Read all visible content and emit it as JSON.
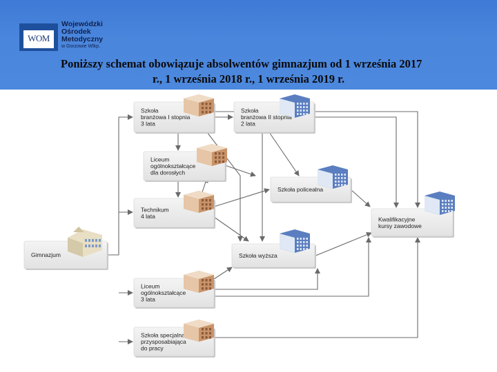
{
  "header": {
    "logo": {
      "abbr": "WOM",
      "line1": "Wojewódzki",
      "line2": "Ośrodek",
      "line3": "Metodyczny",
      "line4": "w Gorzowie Wlkp."
    },
    "title_line1": "Poniższy schemat obowiązuje absolwentów gimnazjum od 1 września 2017",
    "title_line2": "r., 1 września 2018 r., 1 września 2019 r."
  },
  "diagram": {
    "nodes": [
      {
        "id": "bI",
        "lines": [
          "Szkoła",
          "branżowa I stopnia",
          "3 lata"
        ],
        "icon": "brown-building-icon"
      },
      {
        "id": "bII",
        "lines": [
          "Szkoła",
          "branżowa II stopnia",
          "2 lata"
        ],
        "icon": "blue-building-icon"
      },
      {
        "id": "lcd",
        "lines": [
          "Liceum",
          "ogólnokształcące",
          "dla dorosłych"
        ],
        "icon": "brown-building-icon"
      },
      {
        "id": "pol",
        "lines": [
          "Szkoła policealna"
        ],
        "icon": "blue-building-icon"
      },
      {
        "id": "tech",
        "lines": [
          "Technikum",
          "4 lata"
        ],
        "icon": "brown-building-icon"
      },
      {
        "id": "kkz",
        "lines": [
          "Kwalifikacyjne",
          "kursy zawodowe"
        ],
        "icon": "blue-building-icon"
      },
      {
        "id": "gim",
        "lines": [
          "Gimnazjum"
        ],
        "icon": "school-building-icon"
      },
      {
        "id": "wyz",
        "lines": [
          "Szkoła wyższa"
        ],
        "icon": "blue-building-icon"
      },
      {
        "id": "lo",
        "lines": [
          "Liceum",
          "ogólnokształcące",
          "3 lata"
        ],
        "icon": "brown-building-icon"
      },
      {
        "id": "spec",
        "lines": [
          "Szkoła specjalna",
          "przysposabiająca",
          "do pracy"
        ],
        "icon": "brown-building-icon"
      }
    ]
  },
  "colors": {
    "header": "#4a86dc",
    "box_fill": "#ececec",
    "arrow": "#6a6a6a",
    "brown_building": "#c9936a",
    "blue_building": "#5a7ec0"
  }
}
